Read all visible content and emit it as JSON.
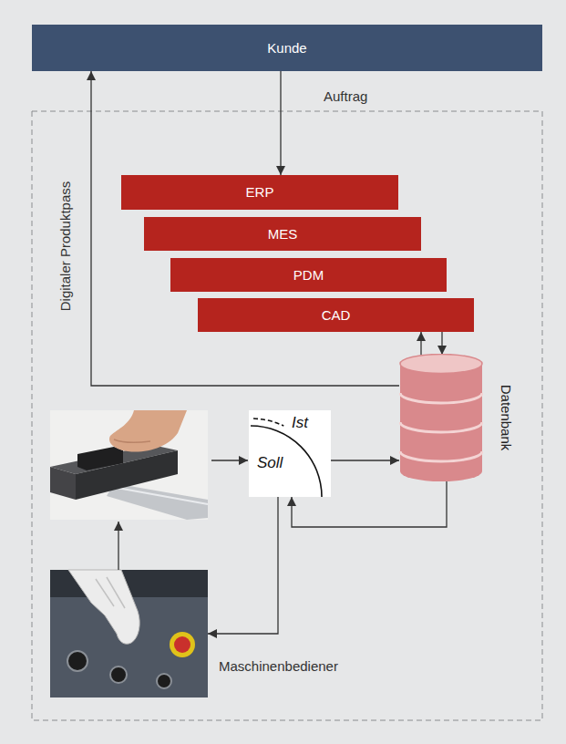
{
  "diagram": {
    "nodes": [
      {
        "text": [
          "Kunde"
        ]
      },
      {
        "text": [
          "ERP"
        ]
      },
      {
        "text": [
          "MES"
        ]
      },
      {
        "text": [
          "PDM"
        ]
      },
      {
        "text": [
          "CAD"
        ]
      },
      {
        "text": [
          "Datenbank"
        ]
      },
      {
        "text": [
          "Ist",
          "Soll"
        ]
      },
      {
        "text": [
          "Maschinenbediener"
        ]
      }
    ],
    "edges": [
      {
        "from": 0,
        "to": 1,
        "arrow": "to",
        "label": "Auftrag"
      },
      {
        "from": 5,
        "to": 4,
        "arrow": "to"
      },
      {
        "from": 4,
        "to": 5,
        "arrow": "to"
      },
      {
        "from": 5,
        "to": 0,
        "arrow": "to",
        "label": "Digitaler Produktpass"
      },
      {
        "from": 6,
        "to": 5,
        "arrow": "to"
      },
      {
        "from": 5,
        "to": 6,
        "arrow": "to"
      },
      {
        "from": 6,
        "to": 7,
        "arrow": "to"
      }
    ]
  }
}
